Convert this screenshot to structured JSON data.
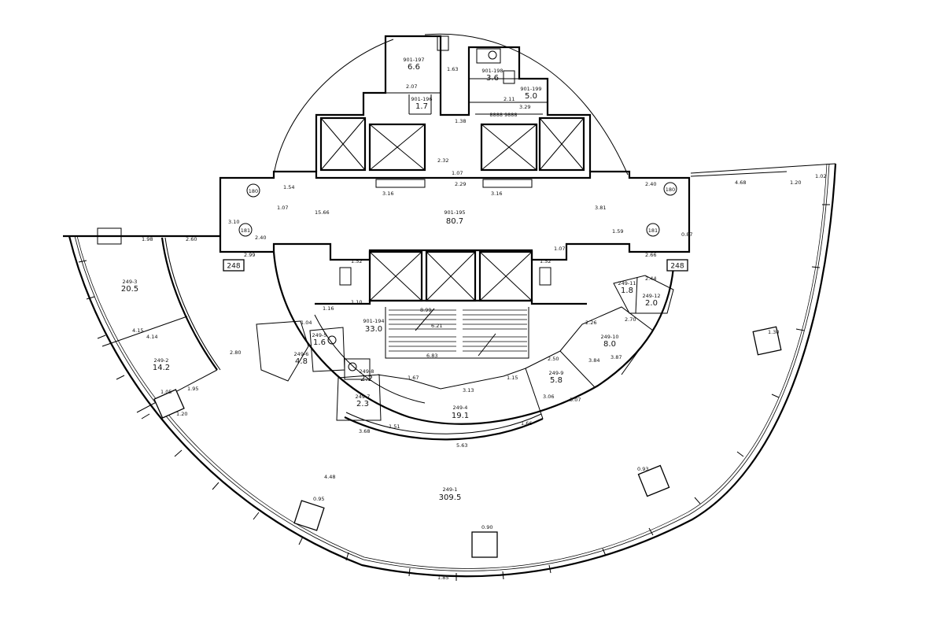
{
  "floor_plan": {
    "rooms": [
      {
        "id": "249-1",
        "area": "309.5"
      },
      {
        "id": "249-3",
        "area": "20.5"
      },
      {
        "id": "249-2",
        "area": "14.2"
      },
      {
        "id": "249-4",
        "area": "19.1"
      },
      {
        "id": "249-9",
        "area": "5.8"
      },
      {
        "id": "249-10",
        "area": "8.0"
      },
      {
        "id": "249-11",
        "area": "1.8"
      },
      {
        "id": "249-12",
        "area": "2.0"
      },
      {
        "id": "249-5",
        "area": "1.6"
      },
      {
        "id": "249-6",
        "area": "4.8"
      },
      {
        "id": "249-7",
        "area": "2.3"
      },
      {
        "id": "249-8",
        "area": "2.2"
      },
      {
        "id": "901-195",
        "area": "80.7"
      },
      {
        "id": "901-194",
        "area": "33.0"
      },
      {
        "id": "901-197",
        "area": "6.6"
      },
      {
        "id": "901-198",
        "area": "3.6"
      },
      {
        "id": "901-199",
        "area": "5.0"
      },
      {
        "id": "901-196",
        "area": "1.7"
      }
    ],
    "axis_badges": {
      "left_lower": "248",
      "right_lower": "248",
      "left_circle_top": "180",
      "left_circle_bottom": "181",
      "right_circle_top": "180",
      "right_circle_bottom": "181"
    },
    "stair_number": "8888 9888",
    "dimensions": [
      "1.98",
      "2.60",
      "2.99",
      "2.40",
      "1.07",
      "3.10",
      "1.54",
      "15.66",
      "3.81",
      "1.59",
      "2.66",
      "2.40",
      "4.68",
      "1.20",
      "1.02",
      "3.16",
      "3.16",
      "1.07",
      "2.29",
      "2.32",
      "1.38",
      "2.07",
      "1.63",
      "2.11",
      "3.29",
      "1.10",
      "1.16",
      "1.52",
      "1.52",
      "1.07",
      "8.99",
      "6.21",
      "6.83",
      "3.13",
      "1.67",
      "1.15",
      "1.51",
      "5.63",
      "3.68",
      "1.95",
      "1.05",
      "1.20",
      "4.48",
      "4.15",
      "4.14",
      "2.80",
      "0.95",
      "0.90",
      "0.93",
      "1.30",
      "3.06",
      "3.07",
      "3.84",
      "3.87",
      "2.26",
      "2.50",
      "2.70",
      "0.87",
      "2.44",
      "1.66",
      "1.85",
      "1.04"
    ]
  }
}
